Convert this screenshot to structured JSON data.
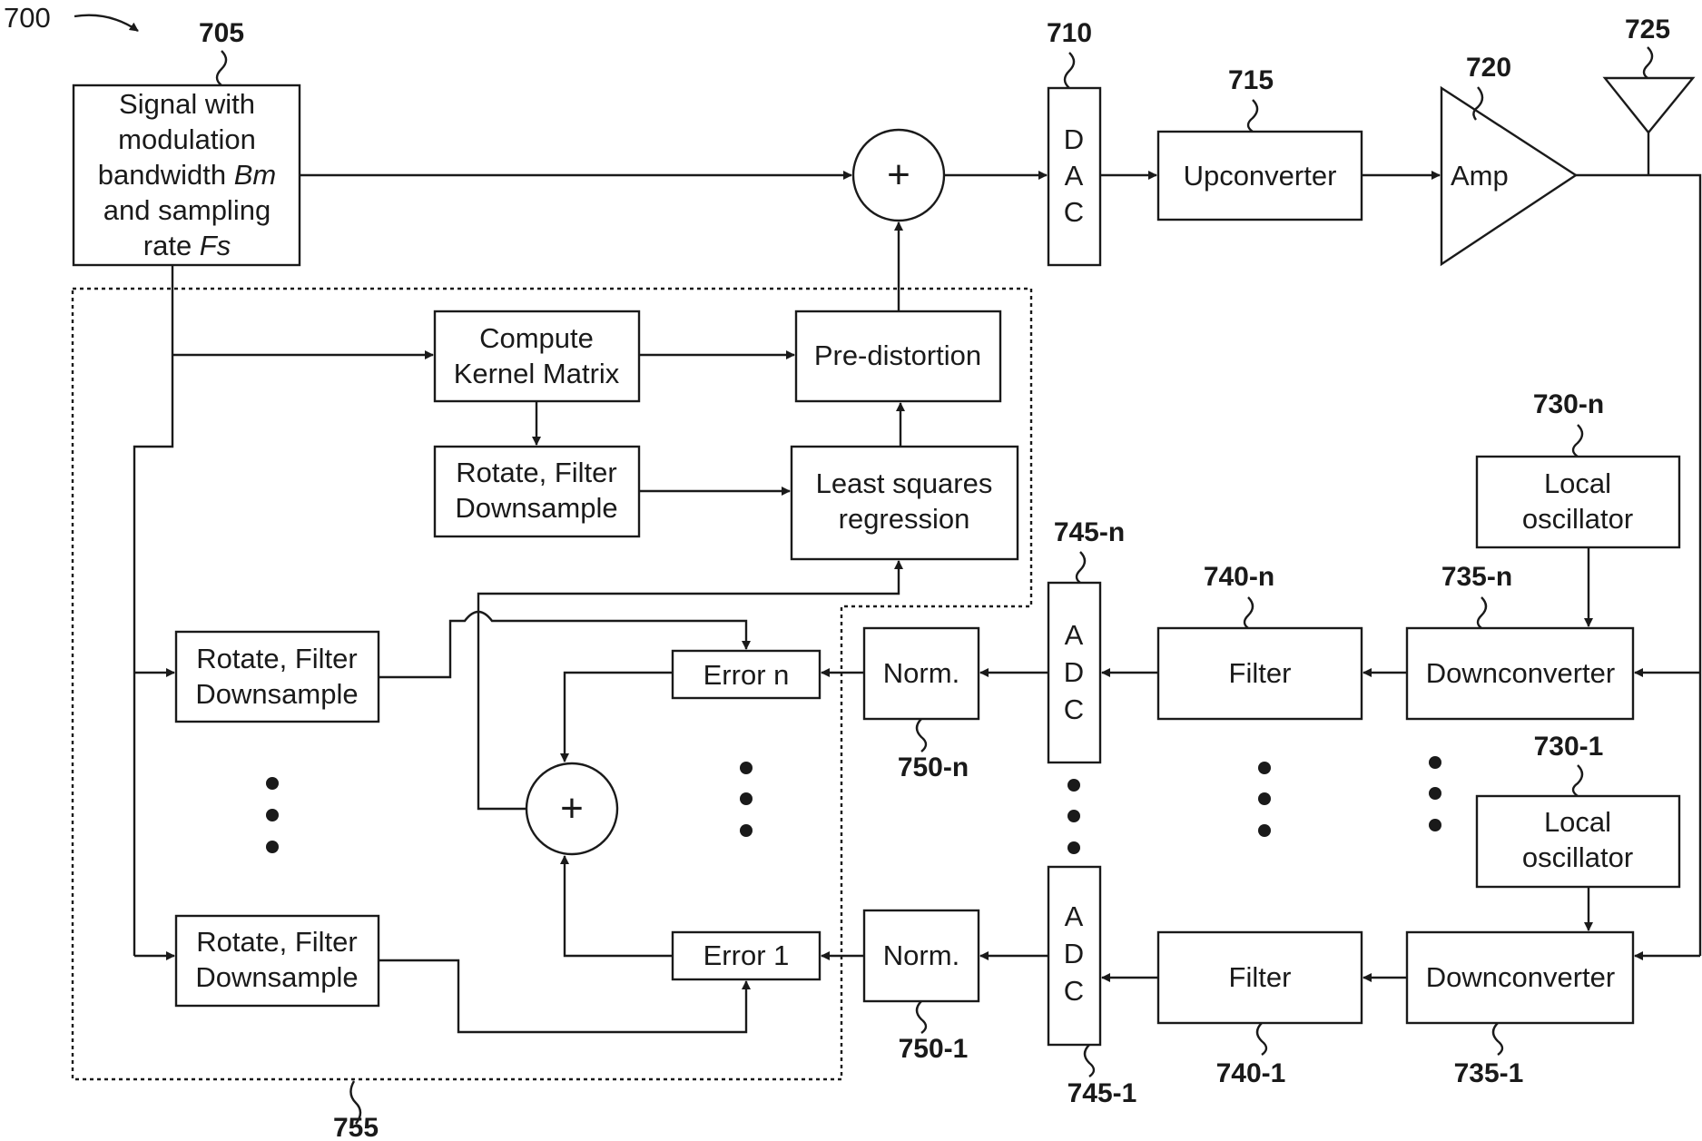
{
  "figure": {
    "number": "700"
  },
  "blocks": {
    "signal": {
      "ref": "705",
      "line1": "Signal with",
      "line2": "modulation",
      "line3_prefix": "bandwidth ",
      "line3_var": "Bm",
      "line4": "and sampling",
      "line5_prefix": "rate ",
      "line5_var": "Fs"
    },
    "sum_top": {
      "symbol": "+"
    },
    "dac": {
      "ref": "710",
      "letters": [
        "D",
        "A",
        "C"
      ]
    },
    "upconverter": {
      "ref": "715",
      "label": "Upconverter"
    },
    "amp": {
      "ref": "720",
      "label": "Amp"
    },
    "antenna": {
      "ref": "725"
    },
    "kernel": {
      "line1": "Compute",
      "line2": "Kernel Matrix"
    },
    "predistortion": {
      "label": "Pre-distortion"
    },
    "rfd_top": {
      "line1": "Rotate, Filter",
      "line2": "Downsample"
    },
    "least_squares": {
      "line1": "Least squares",
      "line2": "regression"
    },
    "lo_n": {
      "ref": "730-n",
      "line1": "Local",
      "line2": "oscillator"
    },
    "lo_1": {
      "ref": "730-1",
      "line1": "Local",
      "line2": "oscillator"
    },
    "downconverter_n": {
      "ref": "735-n",
      "label": "Downconverter"
    },
    "downconverter_1": {
      "ref": "735-1",
      "label": "Downconverter"
    },
    "filter_n": {
      "ref": "740-n",
      "label": "Filter"
    },
    "filter_1": {
      "ref": "740-1",
      "label": "Filter"
    },
    "adc_n": {
      "ref": "745-n",
      "letters": [
        "A",
        "D",
        "C"
      ]
    },
    "adc_1": {
      "ref": "745-1",
      "letters": [
        "A",
        "D",
        "C"
      ]
    },
    "norm_n": {
      "ref": "750-n",
      "label": "Norm."
    },
    "norm_1": {
      "ref": "750-1",
      "label": "Norm."
    },
    "error_n": {
      "label": "Error n"
    },
    "error_1": {
      "label": "Error 1"
    },
    "rfd_n": {
      "line1": "Rotate, Filter",
      "line2": "Downsample"
    },
    "rfd_1": {
      "line1": "Rotate, Filter",
      "line2": "Downsample"
    },
    "sum_bottom": {
      "symbol": "+"
    },
    "feedback_region": {
      "ref": "755"
    }
  },
  "colors": {
    "ink": "#1a1a1a",
    "background": "#ffffff"
  }
}
